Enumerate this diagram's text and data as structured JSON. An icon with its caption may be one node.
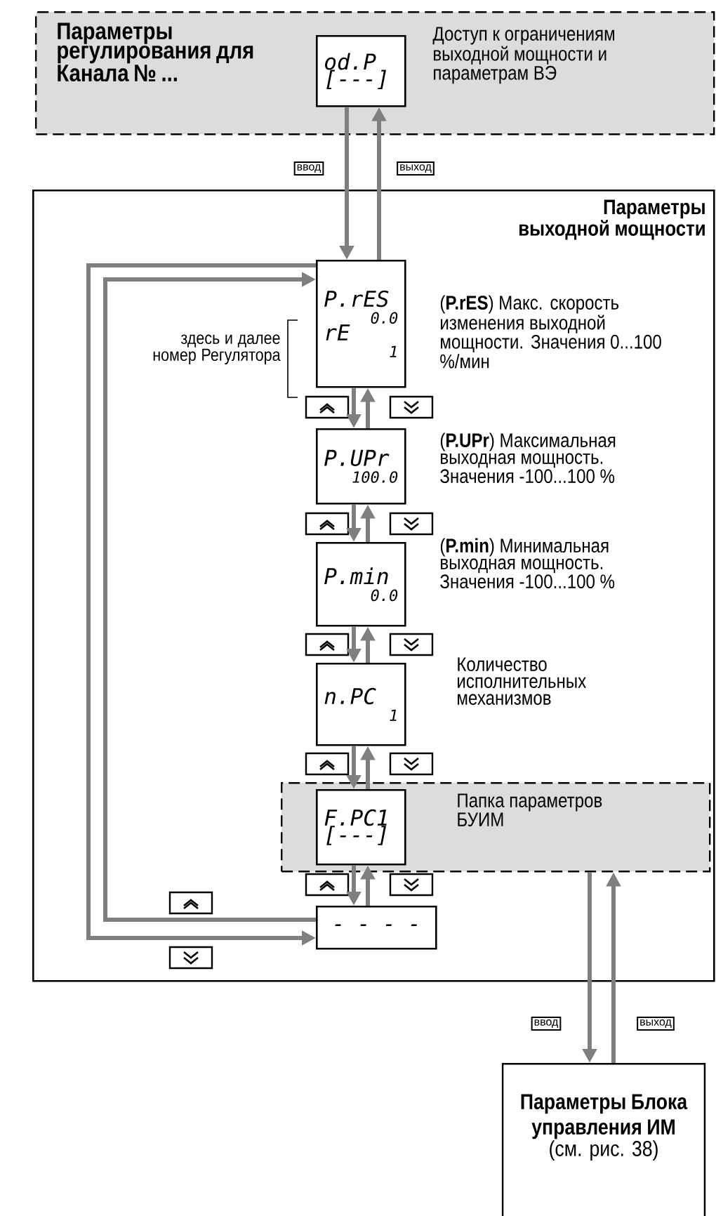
{
  "diagram": {
    "nodes": [
      {
        "text": [
          "Параметры регулирования для Канала № ...",
          "Доступ к ограничениям выходной мощности и параметрам ВЭ"
        ]
      },
      {
        "text": [
          "od.P",
          "[---]"
        ],
        "in": 0
      },
      {
        "text": [
          "Параметры выходной мощности"
        ]
      },
      {
        "text": [
          "P.rES",
          "0.0",
          "rE",
          "1"
        ],
        "in": 2,
        "beside": [
          "(**P.rES**) Макс. скорость изменения выходной мощности. Значения 0...100 %/мин"
        ]
      },
      {
        "text": [
          "P.UPr",
          "100.0"
        ],
        "in": 2,
        "beside": [
          "(**P.UPr**) Максимальная выходная мощность. Значения -100...100 %"
        ]
      },
      {
        "text": [
          "P.min",
          "0.0"
        ],
        "in": 2,
        "beside": [
          "(**P.min**) Минимальная выходная мощность. Значения -100...100 %"
        ]
      },
      {
        "text": [
          "n.PC",
          "1"
        ],
        "in": 2,
        "beside": [
          "Количество исполнительных механизмов"
        ]
      },
      {
        "text": [
          "Папка параметров БУИМ"
        ],
        "in": 2
      },
      {
        "text": [
          "F.PC1",
          "[---]"
        ],
        "in": 7
      },
      {
        "text": [
          "- - - -"
        ],
        "in": 2
      },
      {
        "text": [
          "Параметры Блока управления ИМ",
          "(см. рис. 38)"
        ]
      }
    ],
    "edges": [
      {
        "from": 1,
        "to": 3,
        "arrow": "to",
        "label": "ввод"
      },
      {
        "from": 3,
        "to": 1,
        "arrow": "to",
        "label": "выход"
      },
      {
        "from": 3,
        "to": 4,
        "arrow": "to"
      },
      {
        "from": 4,
        "to": 3,
        "arrow": "to"
      },
      {
        "from": 4,
        "to": 5,
        "arrow": "to"
      },
      {
        "from": 5,
        "to": 4,
        "arrow": "to"
      },
      {
        "from": 5,
        "to": 6,
        "arrow": "to"
      },
      {
        "from": 6,
        "to": 5,
        "arrow": "to"
      },
      {
        "from": 6,
        "to": 8,
        "arrow": "to"
      },
      {
        "from": 8,
        "to": 6,
        "arrow": "to"
      },
      {
        "from": 8,
        "to": 9,
        "arrow": "to"
      },
      {
        "from": 9,
        "to": 8,
        "arrow": "to"
      },
      {
        "from": 9,
        "to": 3,
        "arrow": "to"
      },
      {
        "from": 3,
        "to": 9,
        "arrow": "to"
      },
      {
        "from": 7,
        "to": 10,
        "arrow": "to",
        "label": "ввод"
      },
      {
        "from": 10,
        "to": 7,
        "arrow": "to",
        "label": "выход"
      }
    ],
    "labels": [
      "здесь и далее номер Регулятора"
    ]
  }
}
